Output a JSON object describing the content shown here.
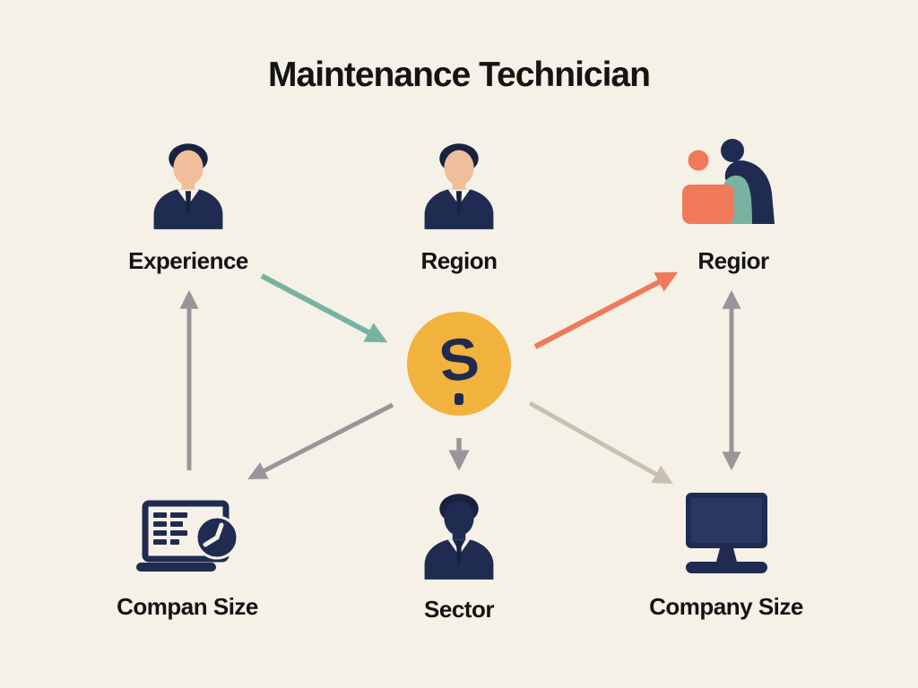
{
  "title": "Maintenance Technician",
  "center_node": {
    "icon": "dollar-coin-icon",
    "symbol": "S",
    "meaning": "salary"
  },
  "nodes": [
    {
      "label": "Experience",
      "icon": "businessman-icon"
    },
    {
      "label": "Region",
      "icon": "businessman-icon"
    },
    {
      "label": "Regior",
      "icon": "people-group-icon"
    },
    {
      "label": "Compan Size",
      "icon": "laptop-clock-icon"
    },
    {
      "label": "Sector",
      "icon": "businessman-silhouette-icon"
    },
    {
      "label": "Company Size",
      "icon": "desktop-monitor-icon"
    }
  ],
  "connections": [
    {
      "from": "Experience",
      "to": "center",
      "color": "teal",
      "bidirectional": false
    },
    {
      "from": "center",
      "to": "Regior",
      "color": "orange",
      "bidirectional": false
    },
    {
      "from": "Compan Size",
      "to": "Experience",
      "color": "gray",
      "bidirectional": false
    },
    {
      "from": "center",
      "to": "Compan Size",
      "color": "gray",
      "bidirectional": false
    },
    {
      "from": "center",
      "to": "Sector",
      "color": "gray",
      "bidirectional": false
    },
    {
      "from": "center",
      "to": "Company Size",
      "color": "light-gray",
      "bidirectional": false
    },
    {
      "from": "Regior",
      "to": "Company Size",
      "color": "gray",
      "bidirectional": true
    }
  ],
  "colors": {
    "background": "#F5F1E7",
    "navy": "#1F2B50",
    "navy_dark": "#18223F",
    "navy_mid": "#2A3760",
    "skin": "#F0BE9A",
    "cream": "#F7F3EA",
    "orange": "#F0795A",
    "teal": "#78B3A2",
    "coin": "#F2B23E",
    "arrow_gray": "#98969A",
    "arrow_light": "#C8C0B2",
    "text": "#141414"
  }
}
